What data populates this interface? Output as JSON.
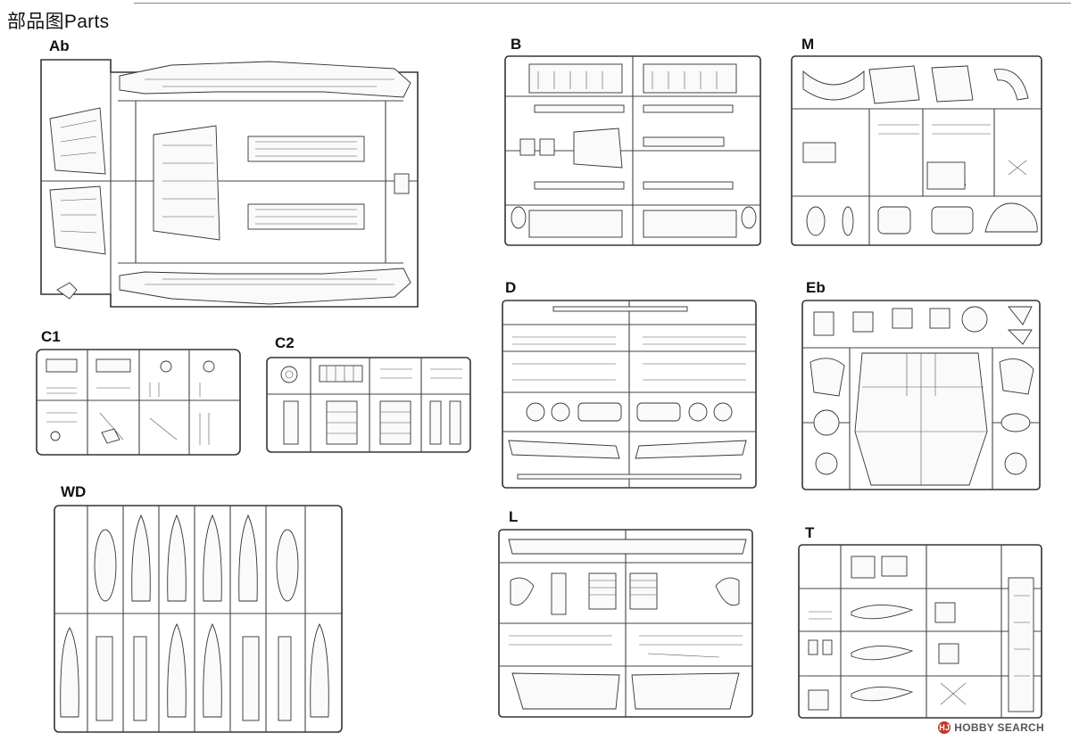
{
  "page": {
    "title": "部品图Parts"
  },
  "sprues": [
    {
      "id": "ab",
      "label": "Ab"
    },
    {
      "id": "b",
      "label": "B"
    },
    {
      "id": "m",
      "label": "M"
    },
    {
      "id": "c1",
      "label": "C1"
    },
    {
      "id": "c2",
      "label": "C2"
    },
    {
      "id": "d",
      "label": "D"
    },
    {
      "id": "eb",
      "label": "Eb"
    },
    {
      "id": "wd",
      "label": "WD"
    },
    {
      "id": "l",
      "label": "L"
    },
    {
      "id": "t",
      "label": "T"
    }
  ],
  "watermark": {
    "logo": "HJ",
    "text": "HOBBY SEARCH"
  },
  "icons": {
    "watermark_logo": "hobby-search-logo-icon"
  }
}
